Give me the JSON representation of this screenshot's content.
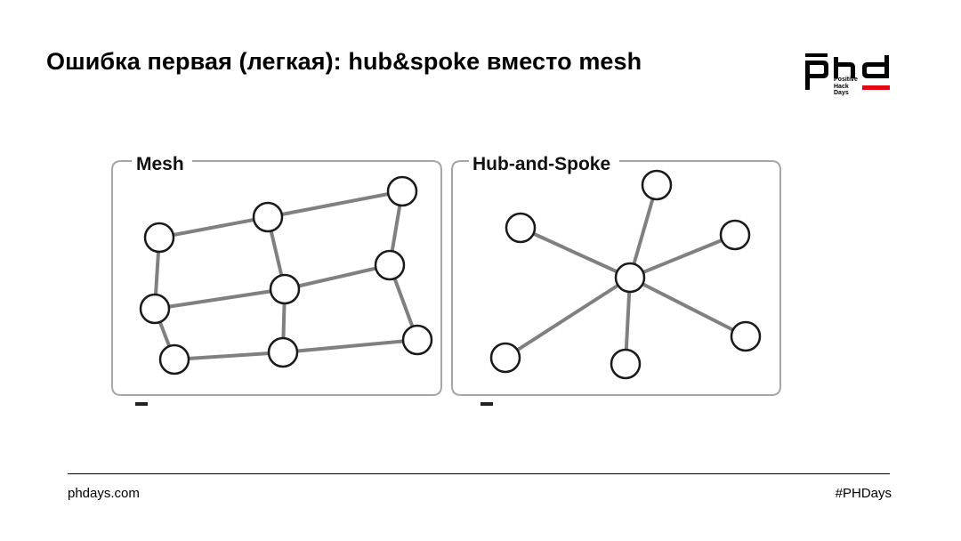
{
  "slide": {
    "title": "Ошибка первая (легкая): hub&spoke вместо mesh",
    "logo": {
      "text": "Positive\nHack\nDays",
      "accent_color": "#e30613"
    },
    "footer": {
      "left": "phdays.com",
      "right": "#PHDays"
    }
  },
  "diagrams": {
    "mesh": {
      "title": "Mesh",
      "nodes": [
        "m1",
        "m2",
        "m3",
        "m4",
        "m5",
        "m6",
        "m7",
        "m8",
        "m9"
      ],
      "edges": [
        [
          "m1",
          "m2"
        ],
        [
          "m2",
          "m3"
        ],
        [
          "m1",
          "m4"
        ],
        [
          "m2",
          "m5"
        ],
        [
          "m3",
          "m6"
        ],
        [
          "m4",
          "m5"
        ],
        [
          "m5",
          "m6"
        ],
        [
          "m4",
          "m7"
        ],
        [
          "m5",
          "m8"
        ],
        [
          "m6",
          "m9"
        ],
        [
          "m7",
          "m8"
        ],
        [
          "m8",
          "m9"
        ]
      ]
    },
    "hub_and_spoke": {
      "title": "Hub-and-Spoke",
      "hub": "h0",
      "spokes": [
        "s1",
        "s2",
        "s3",
        "s4",
        "s5",
        "s6"
      ]
    },
    "line_color": "#808080",
    "frame_color": "#a6a6a6"
  }
}
